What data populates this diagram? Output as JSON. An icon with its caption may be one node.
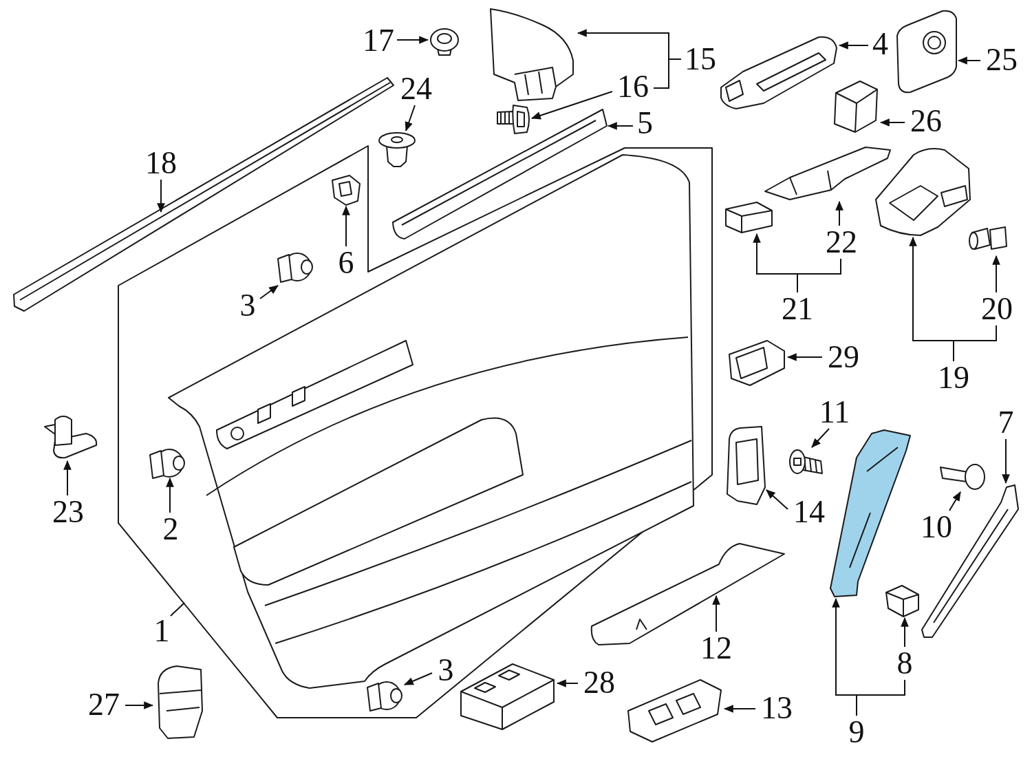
{
  "diagram": {
    "nodes": [
      {
        "text": [
          "1"
        ]
      },
      {
        "text": [],
        "shape": "picture"
      },
      {
        "text": [
          "3"
        ],
        "in": 1
      },
      {
        "text": [],
        "shape": "picture",
        "in": 1
      },
      {
        "text": [
          "6"
        ],
        "in": 1
      },
      {
        "text": [],
        "shape": "picture",
        "in": 1
      },
      {
        "text": [
          "2"
        ],
        "in": 1
      },
      {
        "text": [],
        "shape": "picture",
        "in": 1
      },
      {
        "text": [
          "3"
        ],
        "in": 1
      },
      {
        "text": [],
        "shape": "picture",
        "in": 1
      },
      {
        "text": [
          "17"
        ]
      },
      {
        "text": [],
        "shape": "picture"
      },
      {
        "text": [
          "15"
        ]
      },
      {
        "text": [],
        "shape": "picture"
      },
      {
        "text": [
          "4"
        ]
      },
      {
        "text": [],
        "shape": "picture"
      },
      {
        "text": [
          "25"
        ]
      },
      {
        "text": [],
        "shape": "picture"
      },
      {
        "text": [
          "16"
        ]
      },
      {
        "text": [],
        "shape": "picture"
      },
      {
        "text": [
          "5"
        ]
      },
      {
        "text": [],
        "shape": "picture"
      },
      {
        "text": [
          "24"
        ]
      },
      {
        "text": [],
        "shape": "picture"
      },
      {
        "text": [
          "26"
        ]
      },
      {
        "text": [],
        "shape": "picture"
      },
      {
        "text": [
          "18"
        ]
      },
      {
        "text": [],
        "shape": "picture"
      },
      {
        "text": [
          "22"
        ]
      },
      {
        "text": [],
        "shape": "picture"
      },
      {
        "text": [
          "21"
        ]
      },
      {
        "text": [],
        "shape": "picture"
      },
      {
        "text": [
          "19"
        ]
      },
      {
        "text": [],
        "shape": "picture"
      },
      {
        "text": [
          "20"
        ]
      },
      {
        "text": [],
        "shape": "picture"
      },
      {
        "text": [
          "29"
        ]
      },
      {
        "text": [],
        "shape": "picture"
      },
      {
        "text": [
          "11"
        ]
      },
      {
        "text": [],
        "shape": "picture"
      },
      {
        "text": [
          "7"
        ]
      },
      {
        "text": [],
        "shape": "picture"
      },
      {
        "text": [
          "23"
        ]
      },
      {
        "text": [],
        "shape": "picture"
      },
      {
        "text": [
          "14"
        ]
      },
      {
        "text": [],
        "shape": "picture"
      },
      {
        "text": [
          "10"
        ]
      },
      {
        "text": [],
        "shape": "picture"
      },
      {
        "text": [
          "12"
        ]
      },
      {
        "text": [],
        "shape": "picture"
      },
      {
        "text": [
          "8"
        ]
      },
      {
        "text": [],
        "shape": "picture"
      },
      {
        "text": [
          "28"
        ]
      },
      {
        "text": [],
        "shape": "picture"
      },
      {
        "text": [
          "27"
        ]
      },
      {
        "text": [],
        "shape": "picture"
      },
      {
        "text": [
          "13"
        ]
      },
      {
        "text": [],
        "shape": "picture"
      },
      {
        "text": [
          "9"
        ]
      },
      {
        "text": [],
        "shape": "picture"
      }
    ],
    "edges": [
      {
        "from": 0,
        "to": 1,
        "arrow": "none"
      },
      {
        "from": 2,
        "to": 3,
        "arrow": "to"
      },
      {
        "from": 4,
        "to": 5,
        "arrow": "to"
      },
      {
        "from": 6,
        "to": 7,
        "arrow": "to"
      },
      {
        "from": 8,
        "to": 9,
        "arrow": "to"
      },
      {
        "from": 10,
        "to": 11,
        "arrow": "to"
      },
      {
        "from": 12,
        "to": 13,
        "arrow": "to"
      },
      {
        "from": 12,
        "to": 18,
        "arrow": "none"
      },
      {
        "from": 14,
        "to": 15,
        "arrow": "to"
      },
      {
        "from": 16,
        "to": 17,
        "arrow": "to"
      },
      {
        "from": 18,
        "to": 19,
        "arrow": "to"
      },
      {
        "from": 20,
        "to": 21,
        "arrow": "to"
      },
      {
        "from": 22,
        "to": 23,
        "arrow": "to"
      },
      {
        "from": 24,
        "to": 25,
        "arrow": "to"
      },
      {
        "from": 26,
        "to": 27,
        "arrow": "to"
      },
      {
        "from": 28,
        "to": 29,
        "arrow": "to"
      },
      {
        "from": 30,
        "to": 31,
        "arrow": "to"
      },
      {
        "from": 30,
        "to": 28,
        "arrow": "none"
      },
      {
        "from": 32,
        "to": 33,
        "arrow": "to"
      },
      {
        "from": 32,
        "to": 34,
        "arrow": "none"
      },
      {
        "from": 34,
        "to": 35,
        "arrow": "to"
      },
      {
        "from": 36,
        "to": 37,
        "arrow": "to"
      },
      {
        "from": 38,
        "to": 39,
        "arrow": "to"
      },
      {
        "from": 40,
        "to": 41,
        "arrow": "to"
      },
      {
        "from": 42,
        "to": 43,
        "arrow": "to"
      },
      {
        "from": 44,
        "to": 45,
        "arrow": "to"
      },
      {
        "from": 46,
        "to": 47,
        "arrow": "to"
      },
      {
        "from": 48,
        "to": 49,
        "arrow": "to"
      },
      {
        "from": 50,
        "to": 51,
        "arrow": "to"
      },
      {
        "from": 52,
        "to": 53,
        "arrow": "to"
      },
      {
        "from": 54,
        "to": 55,
        "arrow": "to"
      },
      {
        "from": 56,
        "to": 57,
        "arrow": "to"
      },
      {
        "from": 58,
        "to": 59,
        "arrow": "to"
      },
      {
        "from": 58,
        "to": 50,
        "arrow": "none"
      }
    ]
  }
}
